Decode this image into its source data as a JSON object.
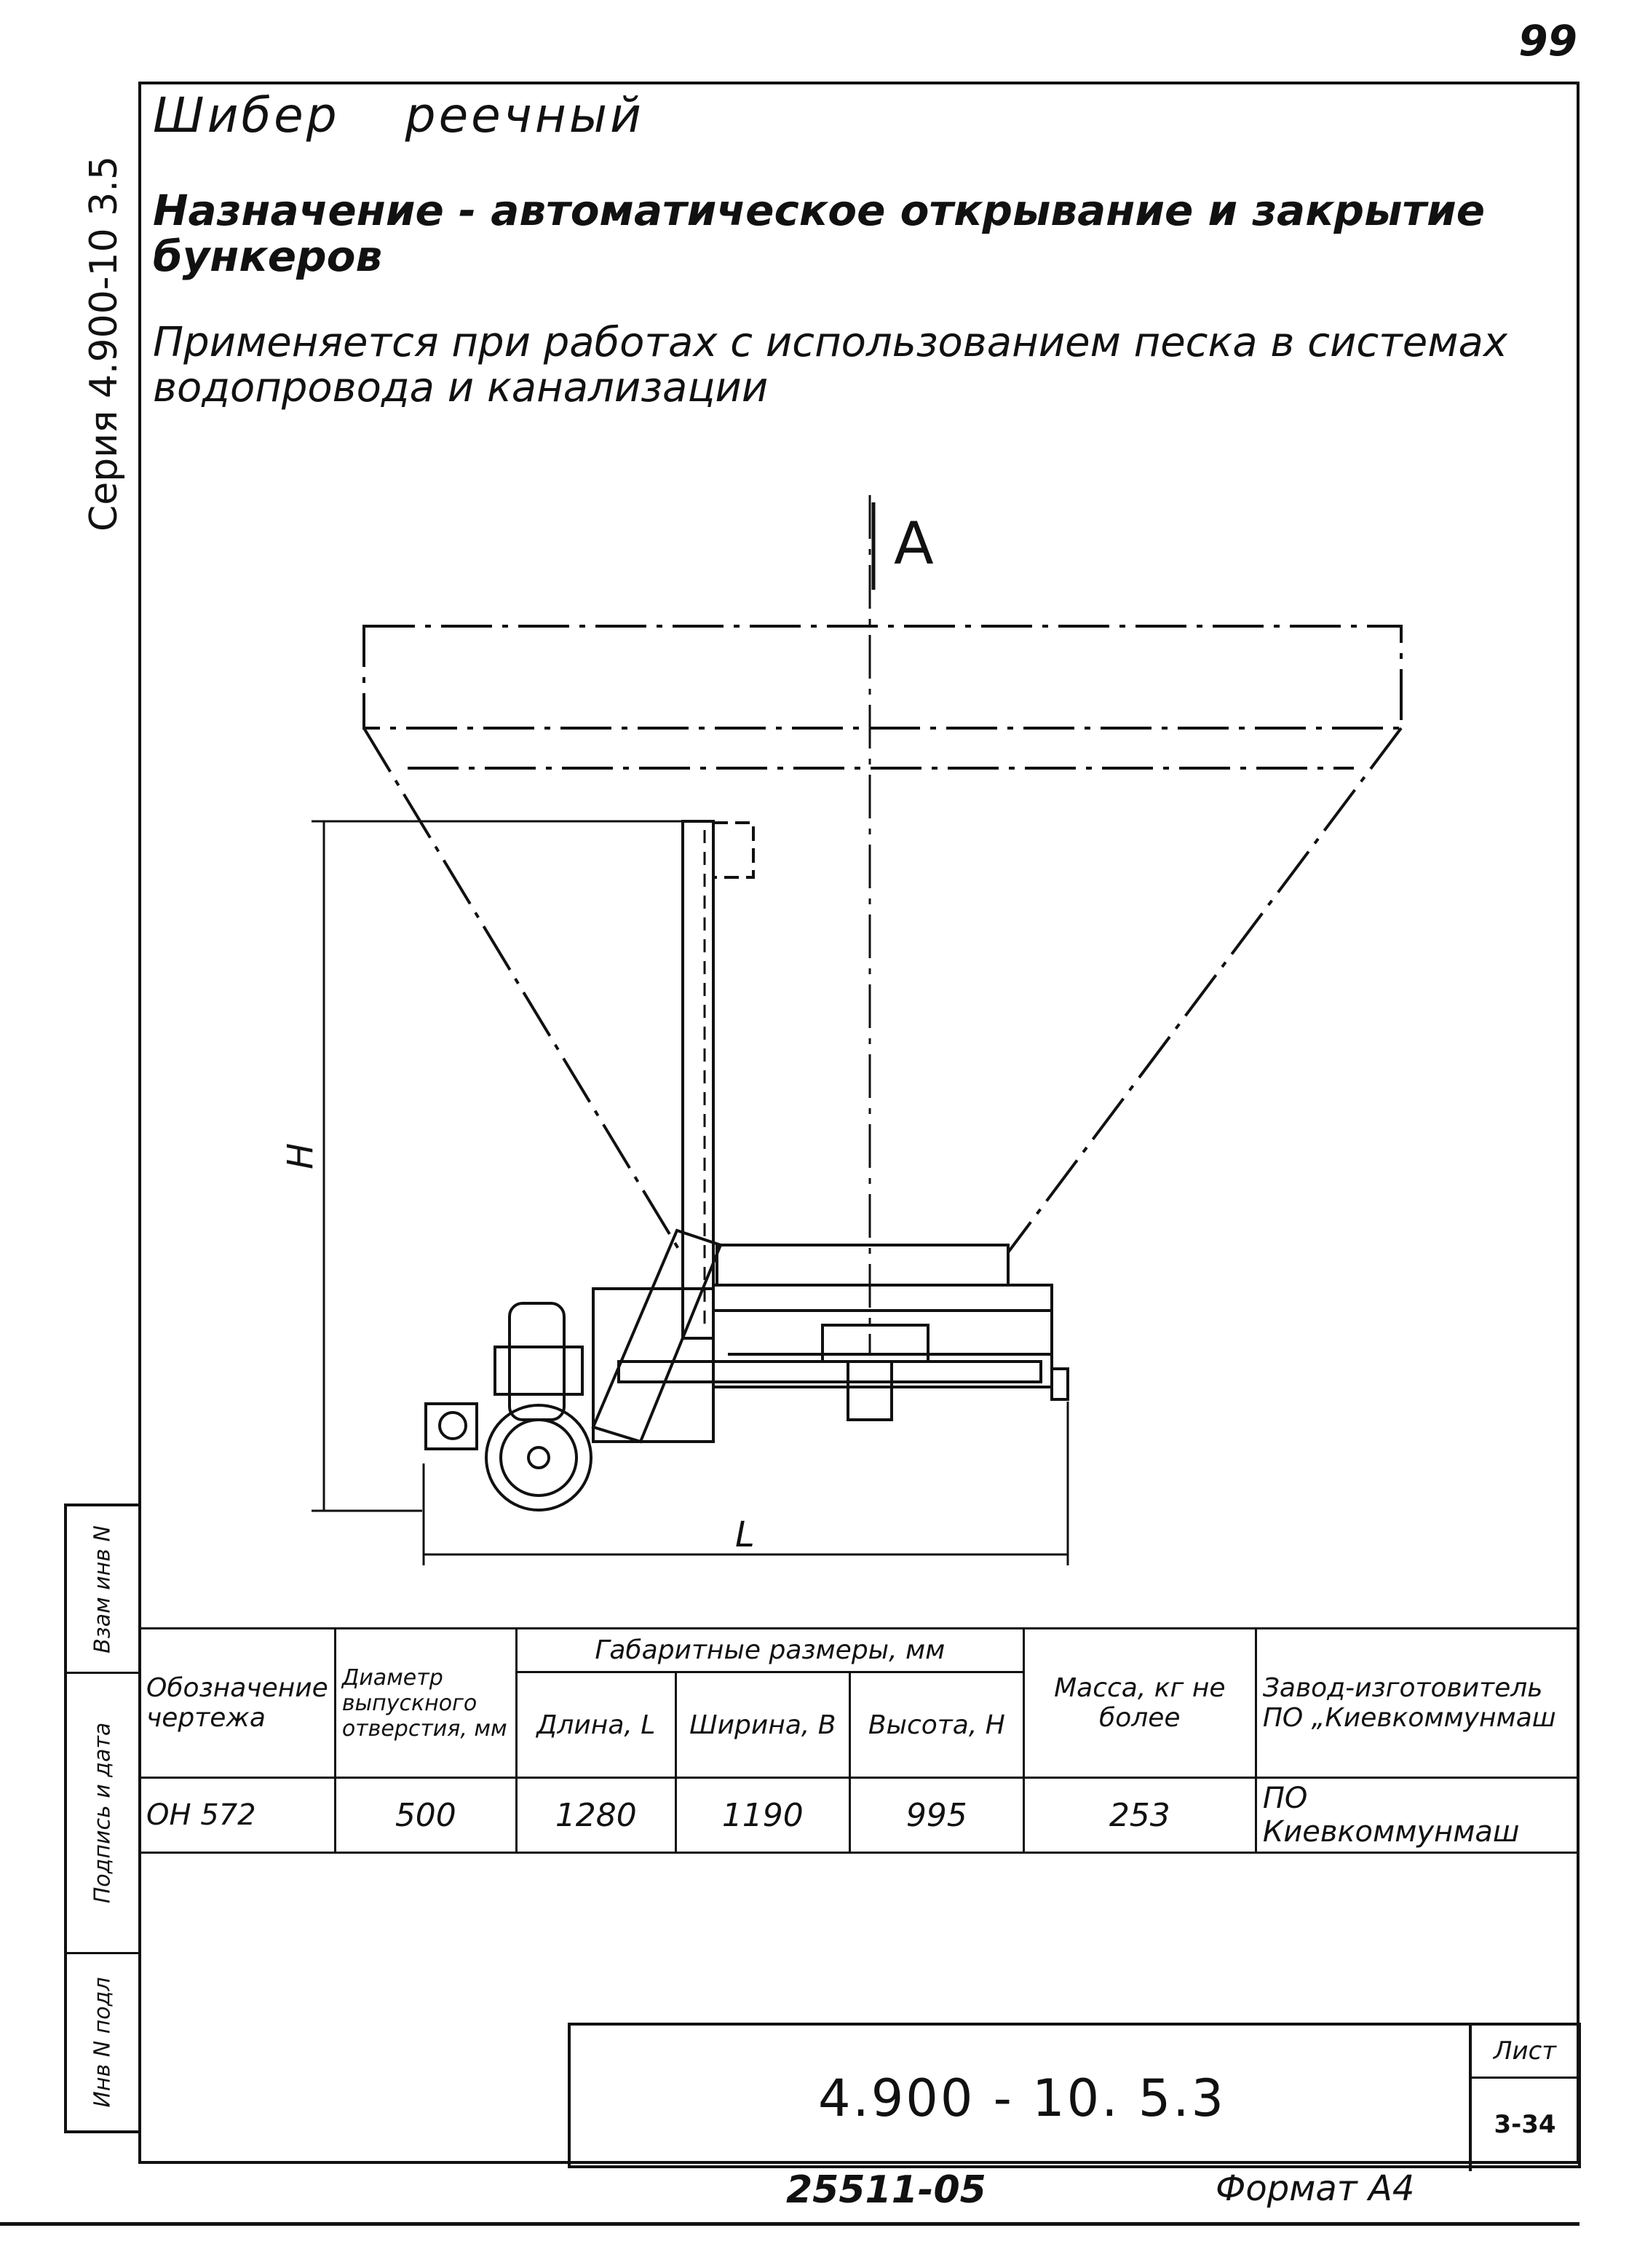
{
  "page_number": "99",
  "side_label": "Серия 4.900-10 3.5",
  "title": {
    "word1": "Шибер",
    "word2": "реечный"
  },
  "purpose": "Назначение - автоматическое открывание и закрытие бункеров",
  "applies": "Применяется при работах с использованием песка в системах водопровода и канализации",
  "drawing": {
    "view_label": "А",
    "dim_h": "H",
    "dim_l": "L"
  },
  "stamp_fields": [
    "Взам инв N",
    "Подпись и дата",
    "Инв N подл"
  ],
  "table": {
    "headers": {
      "designation": "Обозначение чертежа",
      "diameter": "Диаметр выпускного отверстия, мм",
      "overall": "Габаритные размеры, мм",
      "length": "Длина, L",
      "width": "Ширина, В",
      "height": "Высота, Н",
      "mass": "Масса, кг не более",
      "maker": "Завод-изготовитель ПО „Киевкоммунмаш"
    },
    "row": {
      "designation": "ОН 572",
      "diameter": "500",
      "length": "1280",
      "width": "1190",
      "height": "995",
      "mass": "253",
      "maker": "ПО Киевкоммунмаш"
    }
  },
  "title_block": {
    "code": "4.900 - 10. 5.3",
    "sheet_label": "Лист",
    "sheet_value": "3-34"
  },
  "footer": {
    "inventory": "25511-05",
    "format": "Формат А4"
  }
}
